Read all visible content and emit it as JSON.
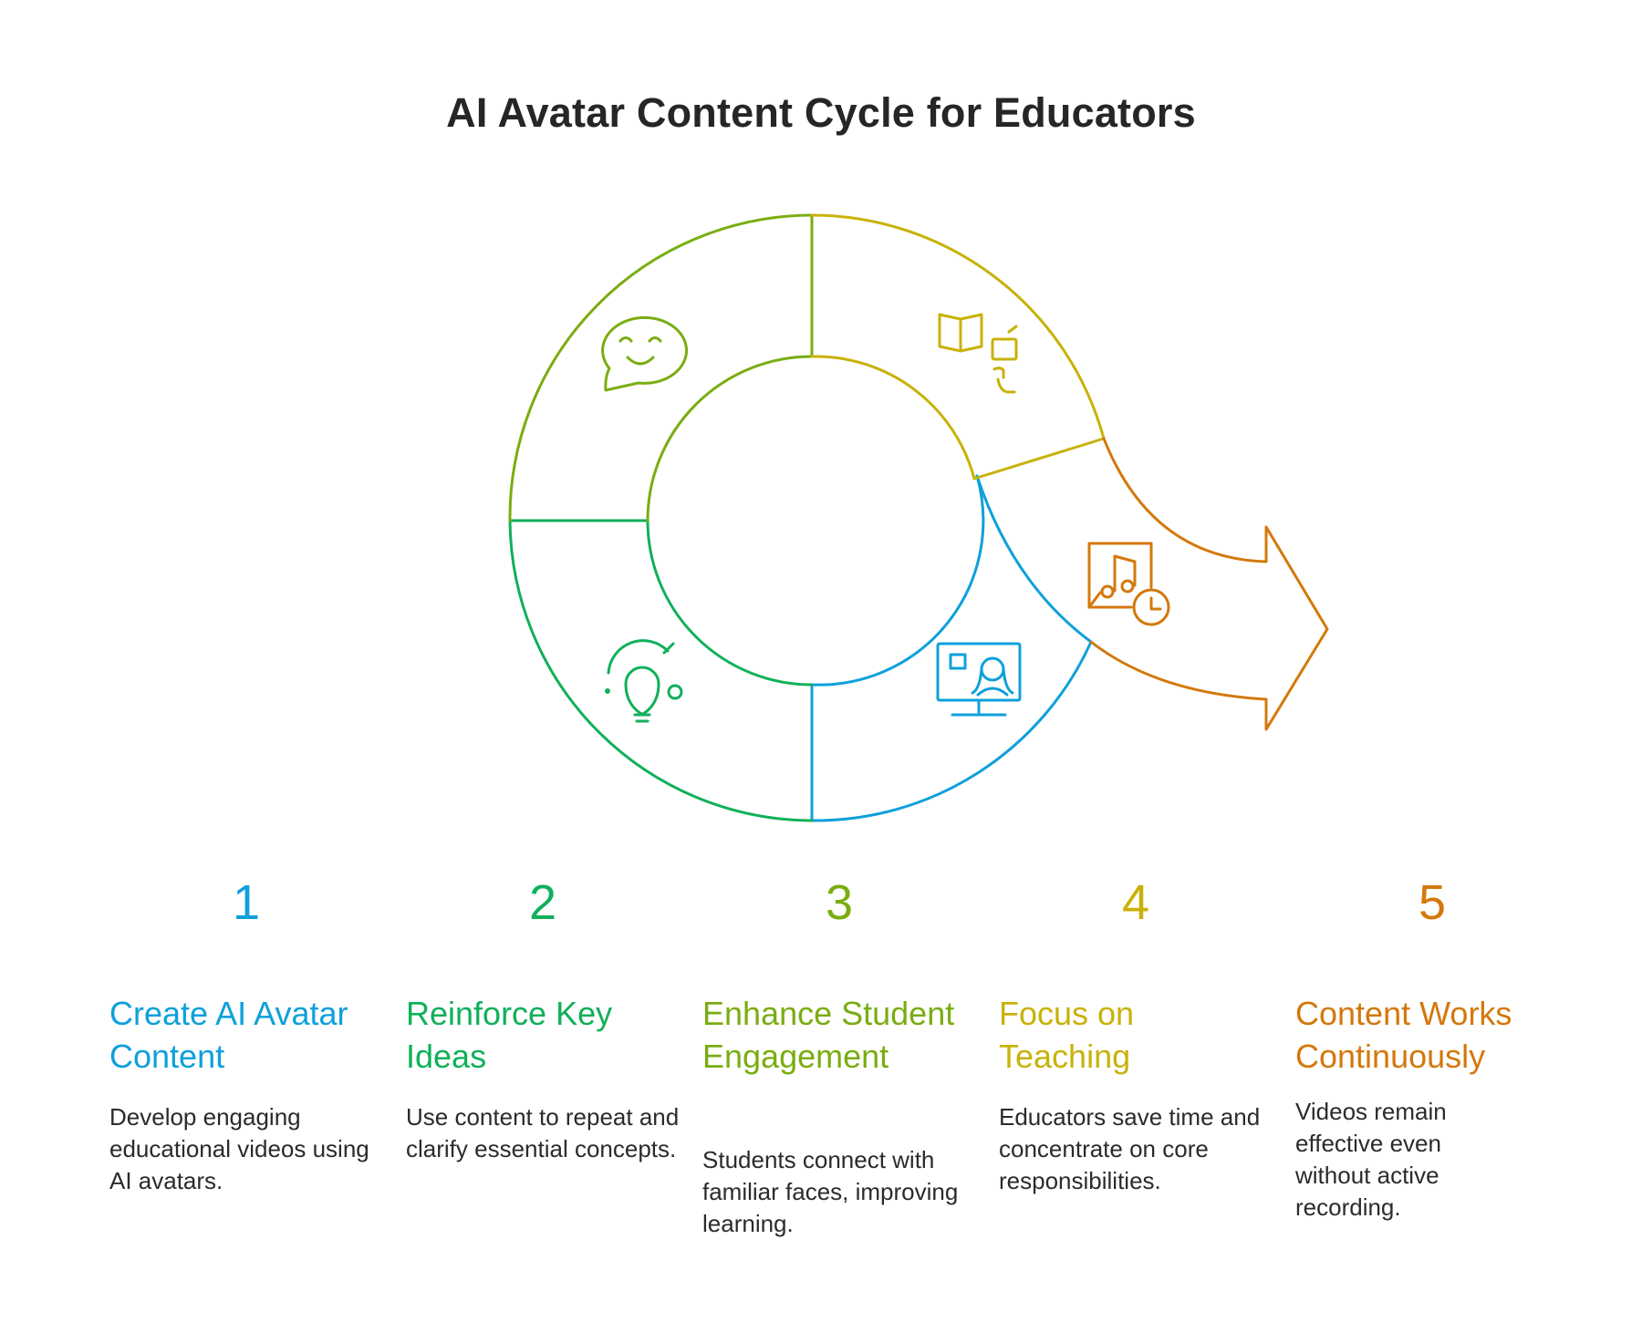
{
  "title": "AI Avatar Content Cycle for Educators",
  "colors": {
    "step1": "#0ea0db",
    "step2": "#10b05a",
    "step3": "#7aad11",
    "step4": "#c8b209",
    "step5": "#d4780c"
  },
  "steps": [
    {
      "number": "1",
      "title": "Create AI Avatar Content",
      "description": "Develop engaging educational videos using AI avatars.",
      "icon": "monitor-avatar-icon"
    },
    {
      "number": "2",
      "title": "Reinforce Key Ideas",
      "description": "Use content to repeat and clarify essential concepts.",
      "icon": "lightbulb-icon"
    },
    {
      "number": "3",
      "title": "Enhance Student Engagement",
      "description": "Students connect with familiar faces, improving learning.",
      "icon": "smiling-chat-bubble-icon"
    },
    {
      "number": "4",
      "title": "Focus on Teaching",
      "description": "Educators save time and concentrate on core responsibilities.",
      "icon": "book-teacher-icon"
    },
    {
      "number": "5",
      "title": "Content Works Continuously",
      "description": "Videos remain effective even without active recording.",
      "icon": "music-clock-icon"
    }
  ]
}
